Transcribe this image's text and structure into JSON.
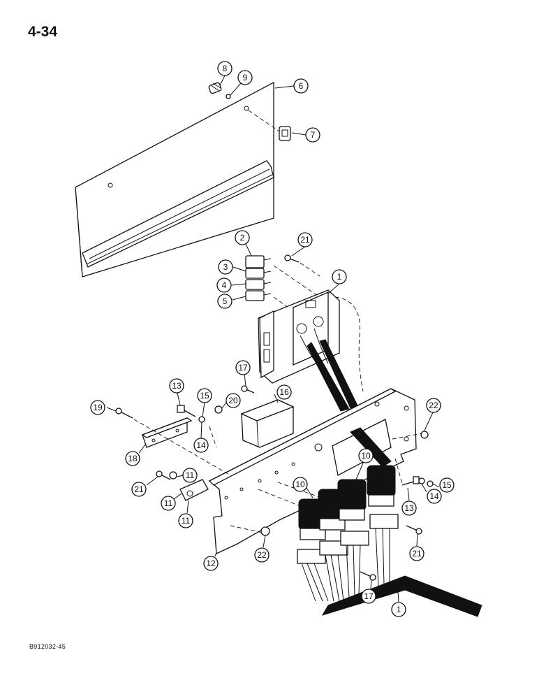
{
  "page": {
    "page_number": "4-34",
    "figure_code": "B912032-45"
  },
  "callouts": [
    {
      "id": "c8",
      "label": "8"
    },
    {
      "id": "c9",
      "label": "9"
    },
    {
      "id": "c6",
      "label": "6"
    },
    {
      "id": "c7",
      "label": "7"
    },
    {
      "id": "c2",
      "label": "2"
    },
    {
      "id": "c21a",
      "label": "21"
    },
    {
      "id": "c3",
      "label": "3"
    },
    {
      "id": "c1a",
      "label": "1"
    },
    {
      "id": "c4",
      "label": "4"
    },
    {
      "id": "c5",
      "label": "5"
    },
    {
      "id": "c17a",
      "label": "17"
    },
    {
      "id": "c13a",
      "label": "13"
    },
    {
      "id": "c15a",
      "label": "15"
    },
    {
      "id": "c20",
      "label": "20"
    },
    {
      "id": "c16",
      "label": "16"
    },
    {
      "id": "c19",
      "label": "19"
    },
    {
      "id": "c22a",
      "label": "22"
    },
    {
      "id": "c14a",
      "label": "14"
    },
    {
      "id": "c18",
      "label": "18"
    },
    {
      "id": "c10a",
      "label": "10"
    },
    {
      "id": "c11a",
      "label": "11"
    },
    {
      "id": "c21b",
      "label": "21"
    },
    {
      "id": "c10b",
      "label": "10"
    },
    {
      "id": "c15b",
      "label": "15"
    },
    {
      "id": "c11b",
      "label": "11"
    },
    {
      "id": "c14b",
      "label": "14"
    },
    {
      "id": "c13b",
      "label": "13"
    },
    {
      "id": "c11c",
      "label": "11"
    },
    {
      "id": "c21c",
      "label": "21"
    },
    {
      "id": "c12",
      "label": "12"
    },
    {
      "id": "c22b",
      "label": "22"
    },
    {
      "id": "c17b",
      "label": "17"
    },
    {
      "id": "c1b",
      "label": "1"
    }
  ]
}
